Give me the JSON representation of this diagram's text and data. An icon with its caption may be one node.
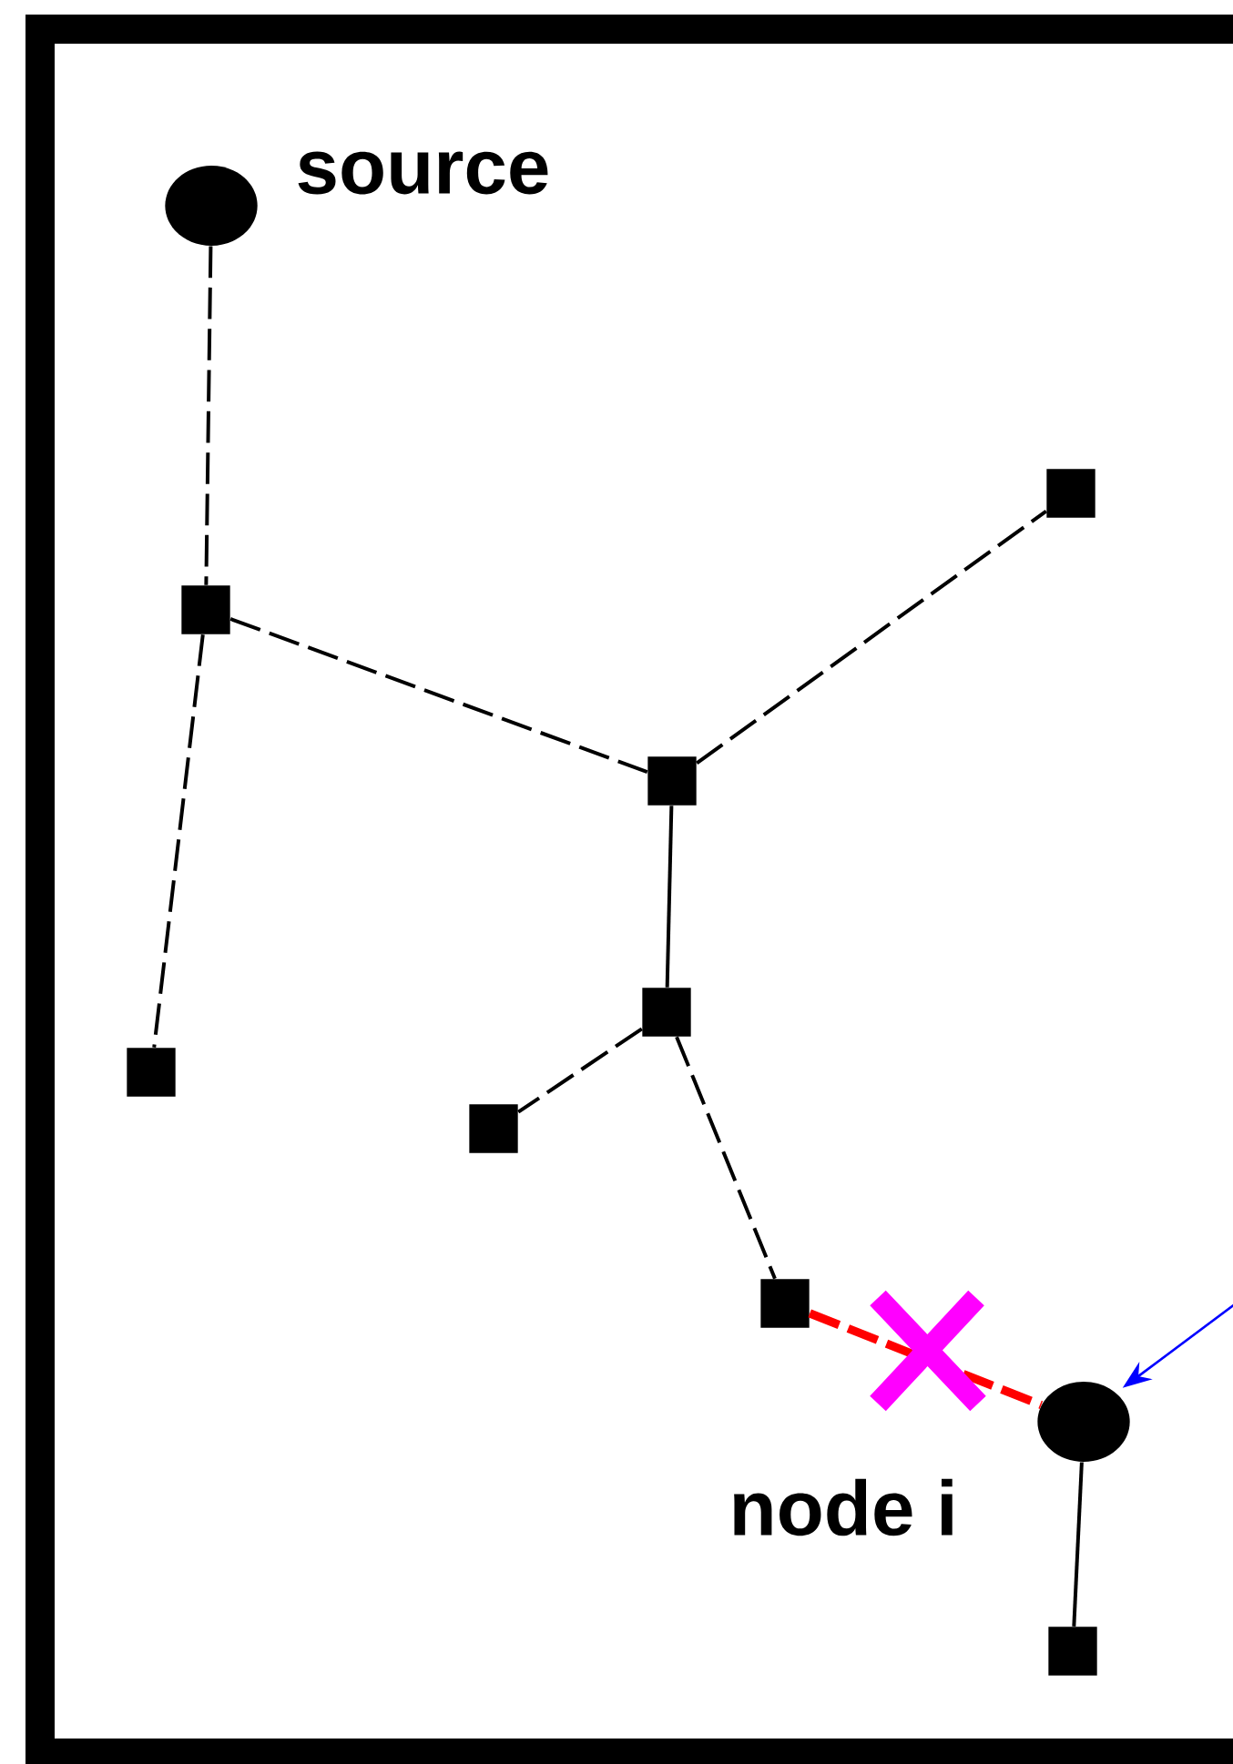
{
  "diagram": {
    "nodes": [
      {
        "text": [],
        "shape": "circle",
        "beside": [
          "source"
        ]
      },
      {
        "text": [],
        "shape": "box"
      },
      {
        "text": [],
        "shape": "box"
      },
      {
        "text": [],
        "shape": "box"
      },
      {
        "text": [],
        "shape": "box"
      },
      {
        "text": [],
        "shape": "box"
      },
      {
        "text": [],
        "shape": "box"
      },
      {
        "text": [],
        "shape": "box"
      },
      {
        "text": [],
        "shape": "circle",
        "beside": [
          "node i"
        ]
      },
      {
        "text": [],
        "shape": "box"
      }
    ],
    "edges": [
      {
        "from": 0,
        "to": 2,
        "arrow": "none",
        "style": "dashed"
      },
      {
        "from": 2,
        "to": 3,
        "arrow": "none",
        "style": "dashed"
      },
      {
        "from": 2,
        "to": 5,
        "arrow": "none",
        "style": "dashed"
      },
      {
        "from": 3,
        "to": 1,
        "arrow": "none",
        "style": "dashed"
      },
      {
        "from": 3,
        "to": 4,
        "arrow": "none"
      },
      {
        "from": 4,
        "to": 6,
        "arrow": "none",
        "style": "dashed"
      },
      {
        "from": 4,
        "to": 7,
        "arrow": "none",
        "style": "dashed"
      },
      {
        "from": 7,
        "to": 8,
        "arrow": "none",
        "style": "dashed",
        "color": "#ff0000"
      },
      {
        "from": 8,
        "to": 9,
        "arrow": "none"
      },
      {
        "from": null,
        "to": 8,
        "arrow": "to",
        "color": "#0000ff"
      }
    ]
  }
}
